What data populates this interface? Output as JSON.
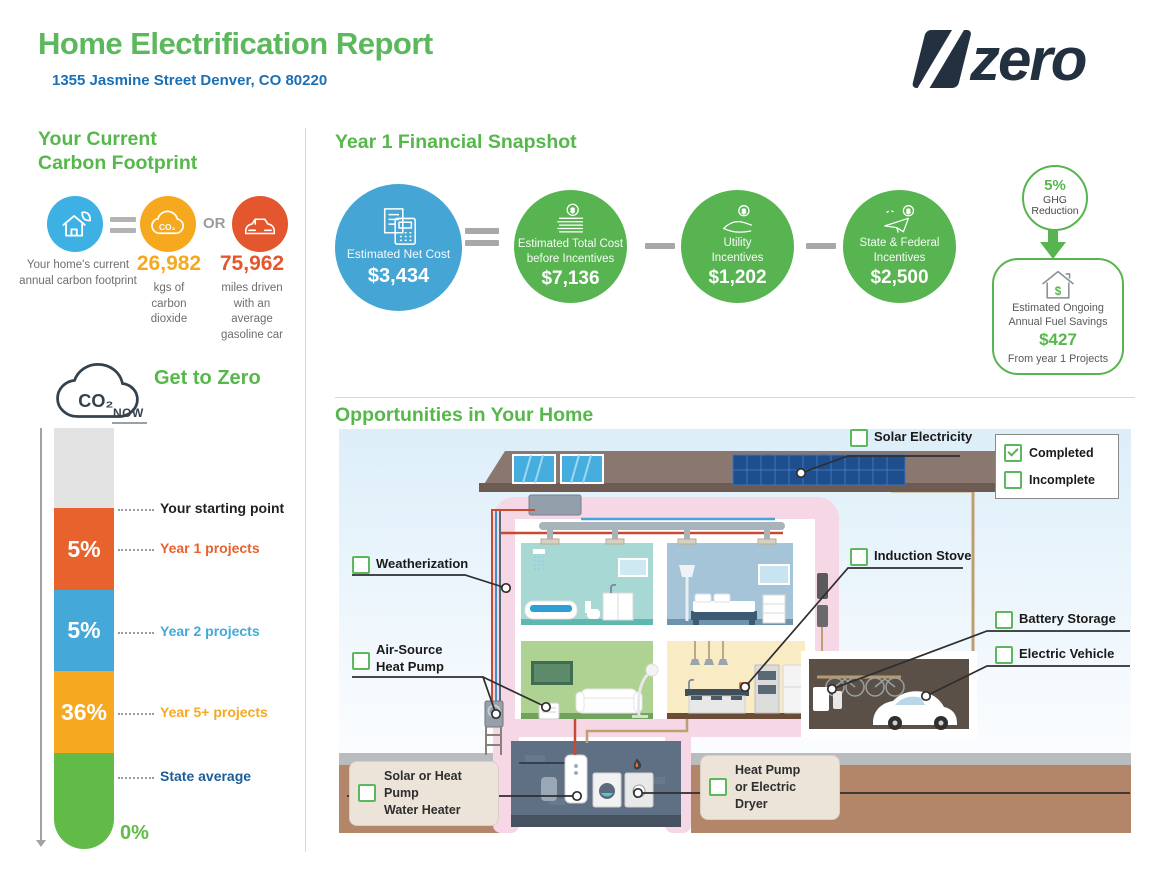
{
  "header": {
    "title": "Home Electrification Report",
    "address": "1355 Jasmine Street Denver, CO 80220",
    "logo": "zero"
  },
  "colors": {
    "heading_green": "#56b84b",
    "title_green": "#5cb85c",
    "address_blue": "#1a6fb5",
    "circle_blue": "#45a6d6",
    "circle_green": "#58b450",
    "icon_blue": "#3eb1e4",
    "icon_orange": "#f6a81f",
    "icon_red": "#e4572e",
    "bar_orange": "#e8622d",
    "bar_blue": "#44a9d9",
    "bar_yellow": "#f6a821",
    "bar_green": "#62bb46",
    "state_avg_blue": "#1b5d99",
    "logo_navy": "#233040"
  },
  "carbon": {
    "heading_line1": "Your Current",
    "heading_line2": "Carbon Footprint",
    "equals": "=",
    "or_label": "OR",
    "co2_icon_text": "CO₂",
    "home_caption": "Your home's current annual carbon footprint",
    "co2_value": "26,982",
    "co2_caption": "kgs of carbon dioxide",
    "miles_value": "75,962",
    "miles_caption": "miles driven with an average gasoline car"
  },
  "get_to_zero": {
    "heading": "Get to Zero",
    "now_label": "NOW",
    "cloud_text": "CO₂",
    "zero_label": "0%",
    "segments": [
      {
        "name": "remaining",
        "pct": "",
        "color": "#e3e3e3"
      },
      {
        "name": "year-1",
        "pct": "5%",
        "color": "#e8622d"
      },
      {
        "name": "year-2",
        "pct": "5%",
        "color": "#44a9d9"
      },
      {
        "name": "year-5plus",
        "pct": "36%",
        "color": "#f6a821"
      },
      {
        "name": "to-zero",
        "pct": "",
        "color": "#62bb46"
      }
    ],
    "markers": [
      {
        "label": "Your starting point",
        "color": "#231f20"
      },
      {
        "label": "Year 1 projects",
        "color": "#e8622d"
      },
      {
        "label": "Year 2 projects",
        "color": "#44a9d9"
      },
      {
        "label": "Year 5+ projects",
        "color": "#f6a821"
      },
      {
        "label": "State average",
        "color": "#1b5d99"
      }
    ]
  },
  "financial": {
    "heading": "Year 1 Financial Snapshot",
    "net": {
      "label": "Estimated Net Cost",
      "value": "$3,434"
    },
    "operators": {
      "equals": "=",
      "minus": "−"
    },
    "items": [
      {
        "label1": "Estimated Total Cost",
        "label2": "before Incentives",
        "value": "$7,136"
      },
      {
        "label1": "Utility",
        "label2": "Incentives",
        "value": "$1,202"
      },
      {
        "label1": "State & Federal",
        "label2": "Incentives",
        "value": "$2,500"
      }
    ],
    "ghg": {
      "pct": "5%",
      "label1": "GHG",
      "label2": "Reduction"
    },
    "savings": {
      "label1": "Estimated Ongoing",
      "label2": "Annual Fuel Savings",
      "value": "$427",
      "label3": "From year 1 Projects"
    }
  },
  "opportunities": {
    "heading": "Opportunities in Your Home",
    "legend": {
      "completed": "Completed",
      "incomplete": "Incomplete"
    },
    "labels": {
      "solar": "Solar Electricity",
      "weatherization": "Weatherization",
      "heat_pump_line1": "Air-Source",
      "heat_pump_line2": "Heat Pump",
      "stove": "Induction Stove",
      "battery": "Battery Storage",
      "ev": "Electric Vehicle",
      "water_line1": "Solar or Heat Pump",
      "water_line2": "Water Heater",
      "dryer_line1": "Heat Pump",
      "dryer_line2": "or Electric Dryer"
    }
  },
  "chart_data": [
    {
      "type": "bar",
      "title": "Get to Zero",
      "subtitle": "Carbon reduction thermometer from NOW down to 0%",
      "categories": [
        "Year 1 projects",
        "Year 2 projects",
        "Year 5+ projects"
      ],
      "values": [
        5,
        5,
        36
      ],
      "unit": "% GHG reduction",
      "annotations": [
        "Your starting point",
        "State average",
        "NOW",
        "0%"
      ],
      "legend_position": "right",
      "grid": false
    },
    {
      "type": "table",
      "title": "Year 1 Financial Snapshot",
      "equation": "$3,434 = $7,136 − $1,202 − $2,500",
      "rows": [
        [
          "Estimated Net Cost",
          "$3,434"
        ],
        [
          "Estimated Total Cost before Incentives",
          "$7,136"
        ],
        [
          "Utility Incentives",
          "$1,202"
        ],
        [
          "State & Federal Incentives",
          "$2,500"
        ],
        [
          "GHG Reduction",
          "5%"
        ],
        [
          "Estimated Ongoing Annual Fuel Savings",
          "$427"
        ]
      ]
    }
  ]
}
